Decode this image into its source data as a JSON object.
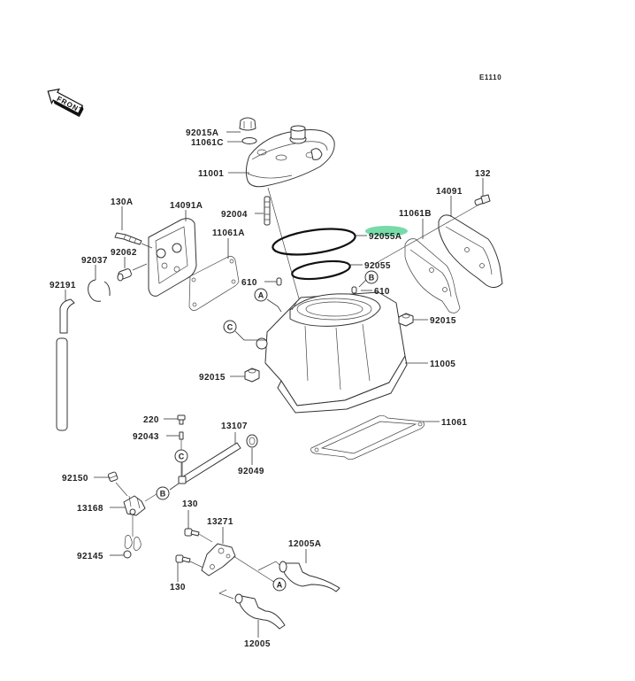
{
  "diagram": {
    "code": "E1110",
    "front_label": "FRONT",
    "highlight_color": "#5fd39a",
    "highlighted_part": "92055A",
    "labels": {
      "p92015A": "92015A",
      "p11061C": "11061C",
      "p11001": "11001",
      "p130A": "130A",
      "p14091A": "14091A",
      "p92004": "92004",
      "p11061A": "11061A",
      "p92055A": "92055A",
      "p11061B": "11061B",
      "p14091": "14091",
      "p132": "132",
      "p92062": "92062",
      "p92037": "92037",
      "p92191": "92191",
      "p92055": "92055",
      "p610a": "610",
      "p610b": "610",
      "p92015b": "92015",
      "p92015c": "92015",
      "p11005": "11005",
      "p11061": "11061",
      "p220": "220",
      "p92043": "92043",
      "p13107": "13107",
      "p92049": "92049",
      "p92150": "92150",
      "p13168": "13168",
      "p92145": "92145",
      "p130b": "130",
      "p13271": "13271",
      "p12005A": "12005A",
      "p130c": "130",
      "p12005": "12005"
    },
    "callouts": {
      "A": "A",
      "B": "B",
      "C": "C"
    }
  }
}
